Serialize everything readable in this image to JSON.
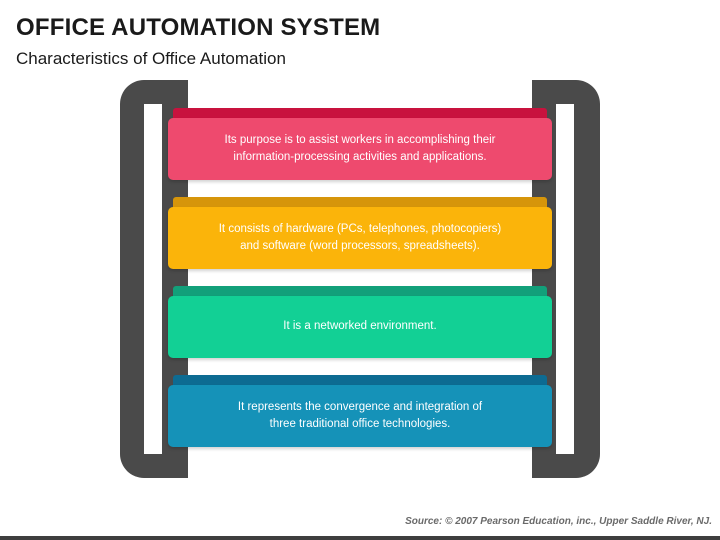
{
  "slide": {
    "title": "OFFICE AUTOMATION SYSTEM",
    "subtitle": "Characteristics of Office Automation",
    "source": "Source: © 2007 Pearson Education, inc., Upper Saddle River, NJ."
  },
  "items": [
    {
      "text": "Its purpose is to assist workers in accomplishing their\ninformation-processing activities and applications.",
      "color": "#ee4a6e",
      "back_color": "#c8123e"
    },
    {
      "text": "It consists of hardware (PCs, telephones, photocopiers)\nand software (word processors, spreadsheets).",
      "color": "#fbb40a",
      "back_color": "#d6950a"
    },
    {
      "text": "It is a networked environment.",
      "color": "#12d095",
      "back_color": "#12a07a"
    },
    {
      "text": "It represents the convergence and integration of\nthree traditional office technologies.",
      "color": "#1592b8",
      "back_color": "#0d6b92"
    }
  ],
  "colors": {
    "rail": "#4a4a4a"
  }
}
